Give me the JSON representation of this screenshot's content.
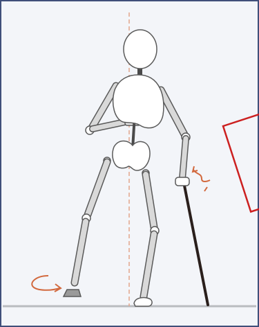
{
  "figure": {
    "frame_color": "#3f4f7a",
    "background": "#f3f5f9",
    "ground_color": "#b9bcc0",
    "centerline_color": "#e3a58a",
    "bone_fill": "#d9d9d9",
    "bone_stroke": "#5a5a5a",
    "joint_fill": "#ffffff",
    "spine_color": "#4a4a4a",
    "cane_color": "#2a1f1c",
    "arrow_color": "#d2693e",
    "callout_color": "#cc2020"
  },
  "parts": [
    "head",
    "neck",
    "ribcage",
    "pelvis",
    "left-upper-arm",
    "left-forearm",
    "right-upper-arm",
    "right-forearm",
    "left-thigh",
    "left-shin",
    "right-thigh",
    "right-shin",
    "left-foot",
    "right-foot",
    "cane"
  ],
  "icons": [
    "rotation-arrow-icon",
    "rotation-arrow-icon",
    "callout-box"
  ]
}
